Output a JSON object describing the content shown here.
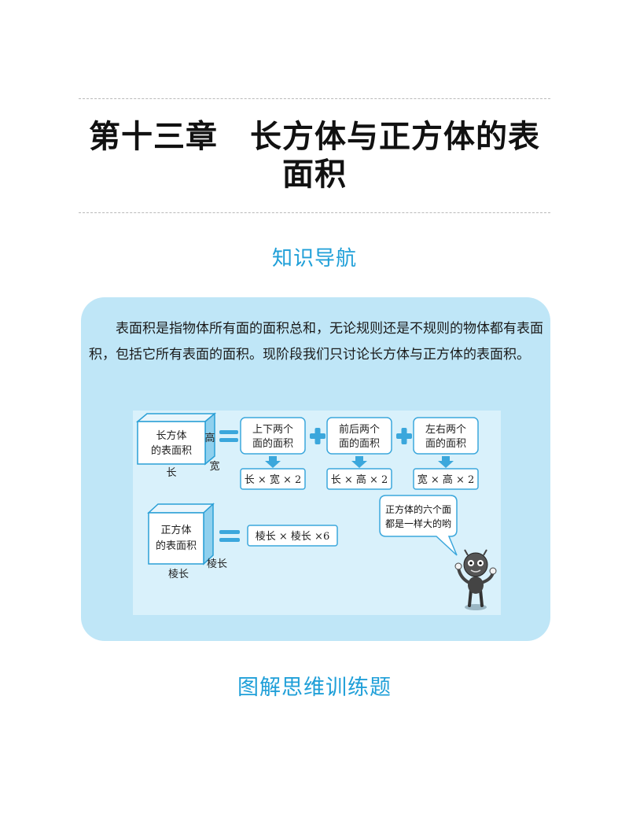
{
  "chapter_title_line1": "第十三章　长方体与正方体的表",
  "chapter_title_line2": "面积",
  "section_knowledge": "知识导航",
  "intro": "表面积是指物体所有面的面积总和，无论规则还是不规则的物体都有表面积，包括它所有表面的面积。现阶段我们只讨论长方体与正方体的表面积。",
  "cuboid": {
    "label_l1": "长方体",
    "label_l2": "的表面积",
    "height": "高",
    "width": "宽",
    "length": "长",
    "faces": [
      {
        "l1": "上下两个",
        "l2": "面的面积",
        "formula": "长 × 宽 × 2"
      },
      {
        "l1": "前后两个",
        "l2": "面的面积",
        "formula": "长 × 高 × 2"
      },
      {
        "l1": "左右两个",
        "l2": "面的面积",
        "formula": "宽 × 高 × 2"
      }
    ]
  },
  "cube": {
    "label_l1": "正方体",
    "label_l2": "的表面积",
    "edge_side": "棱长",
    "edge_bottom": "棱长",
    "formula": "棱长 × 棱长 ×6"
  },
  "bubble": {
    "line1": "正方体的六个面",
    "line2": "都是一样大的哟"
  },
  "section_training": "图解思维训练题"
}
